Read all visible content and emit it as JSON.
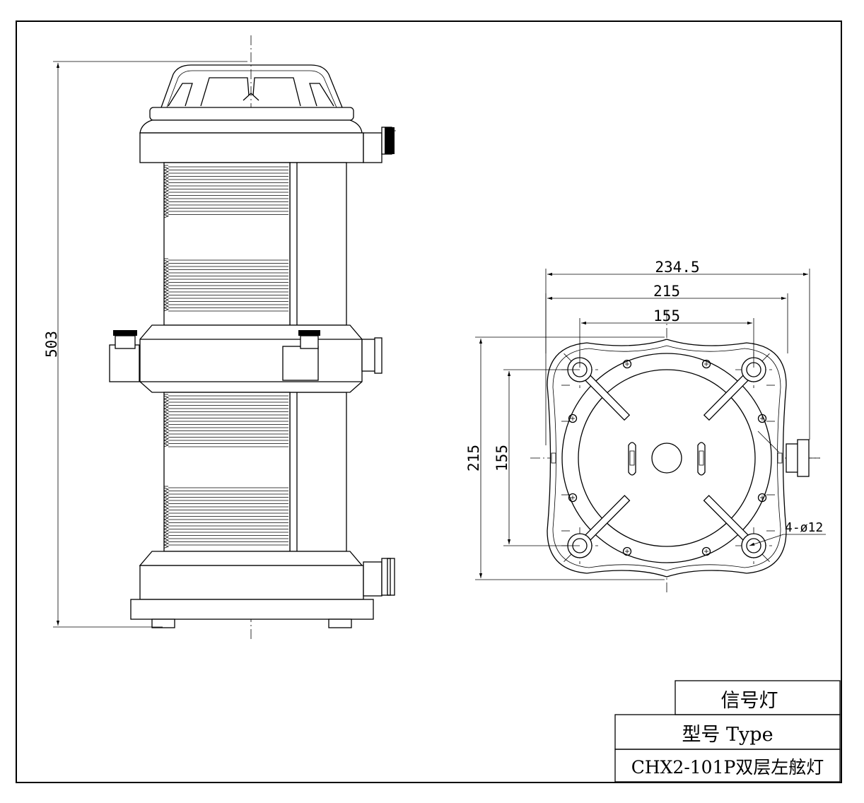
{
  "dimensions": {
    "overall_height": "503",
    "outer_width": "234.5",
    "flange_width": "215",
    "hole_spacing_x": "155",
    "flange_height": "215",
    "hole_spacing_y": "155",
    "hole_callout": "4-ø12"
  },
  "title_block": {
    "name": "信号灯",
    "type_label": "型号 Type",
    "model": "CHX2-101P双层左舷灯"
  }
}
